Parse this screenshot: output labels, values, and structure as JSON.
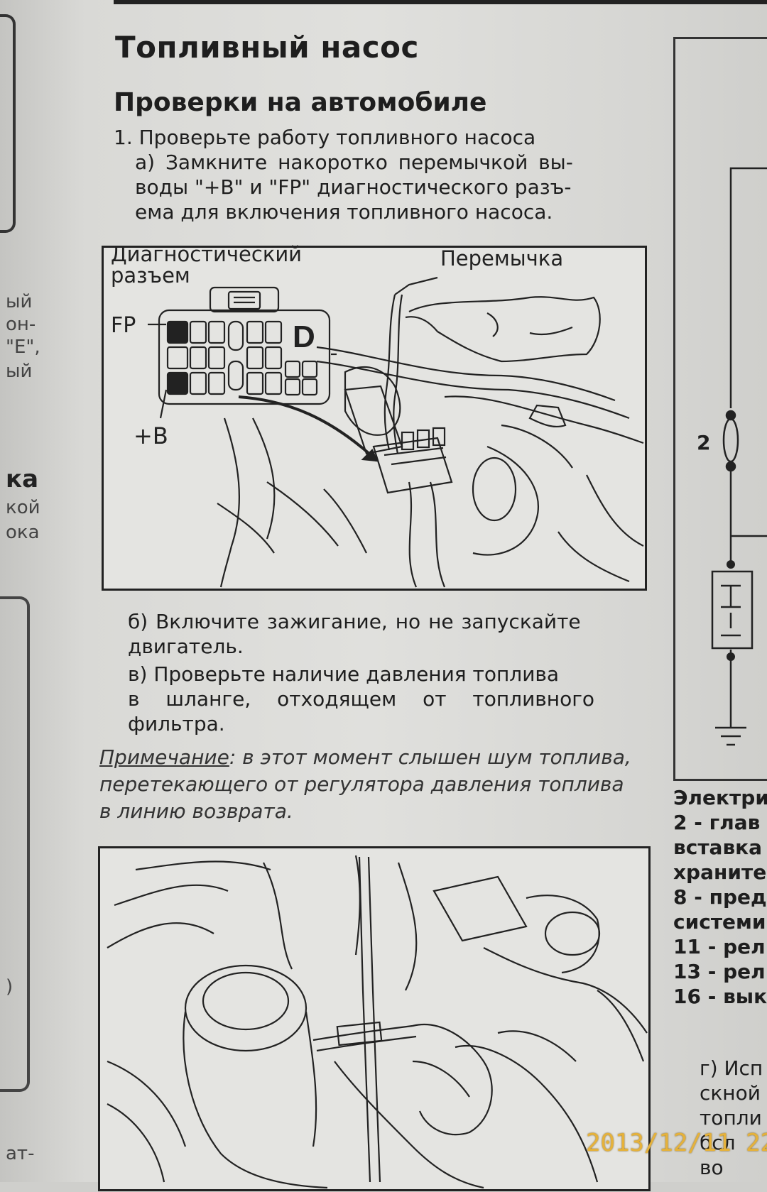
{
  "left_fragment": {
    "words": [
      "ый",
      "он-",
      "\"E\",",
      "ый",
      "ка",
      "кой",
      "ока",
      ")",
      "ат-"
    ]
  },
  "heading": {
    "title": "Топливный насос",
    "subtitle": "Проверки на автомобиле"
  },
  "steps": {
    "step1": "1. Проверьте работу топливного насоса",
    "step1a": [
      "а) Замкните накоротко перемычкой вы-",
      "воды \"+B\" и \"FP\" диагностического разъ-",
      "ема для включения топливного насоса."
    ],
    "step1b": [
      "б) Включите зажигание, но не запускайте",
      "двигатель."
    ],
    "step1c": [
      "в) Проверьте наличие давления топлива",
      "в шланге, отходящем от топливного",
      "фильтра."
    ]
  },
  "figure1": {
    "label_connector_1": "Диагностический",
    "label_connector_2": "разъем",
    "label_jumper": "Перемычка",
    "label_fp": "FP",
    "label_b": "+B",
    "label_d": "D"
  },
  "note": {
    "label": "Примечание",
    "text": ": в этот момент слышен шум топлива, перетекающего от регулятора давления топлива в линию возврата."
  },
  "right_column": {
    "diagram_label": "2",
    "caption_lines": [
      "Электри",
      "2 - глав",
      "вставка",
      "хранитe",
      "8 - пред",
      "системи",
      "11 - рел",
      "13 - рел",
      "16 - вык"
    ],
    "step_g_lines": [
      "г) Исп",
      "скной",
      "топли",
      "бсл",
      "во"
    ]
  },
  "timestamp": "2013/12/11 22:"
}
